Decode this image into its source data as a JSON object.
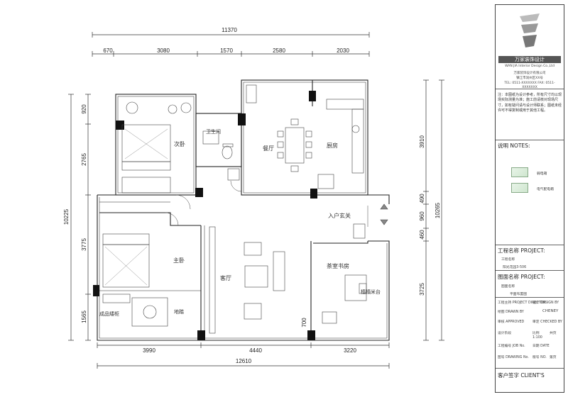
{
  "plan": {
    "dims_top": {
      "total": "11370",
      "segments": [
        "670",
        "3080",
        "1570",
        "2580",
        "2030"
      ]
    },
    "dims_bottom": {
      "total": "12610",
      "segments": [
        "3990",
        "4440",
        "3220"
      ]
    },
    "dims_left": {
      "total": "10225",
      "segments": [
        "920",
        "2765",
        "3775",
        "1565"
      ]
    },
    "dims_right": {
      "total": "10265",
      "segments": [
        "3910",
        "490",
        "960",
        "460",
        "3725"
      ]
    },
    "dim_small": "700",
    "rooms": {
      "second_bedroom": "次卧",
      "bathroom": "卫生间",
      "dining": "餐厅",
      "kitchen": "厨房",
      "entrance": "入户玄关",
      "master_bedroom": "主卧",
      "living": "客厅",
      "tea_study": "茶室书房",
      "cabinet": "成品矮柜",
      "bay_window": "地踏",
      "platform": "榻榻米台"
    }
  },
  "title_block": {
    "brand": "万家装饰设计",
    "company_en": "WAN JIA Interior Design Co.,Ltd",
    "company_cn": "万家装饰设计有限公司",
    "address": "镇江市润州区XX号",
    "tel": "TEL: 0511-XXXXXXX   FAX: 0511-XXXXXXX",
    "notes": "注：本图纸为设计参考，所有尺寸均以现场实际测量为准；施工前请核对现场尺寸，如有疑问请与设计师联系；图纸未经许可不得复制或用于其他工程。",
    "notes_label": "说明 NOTES:",
    "legend": [
      {
        "label": "弱电箱"
      },
      {
        "label": "电气配电箱"
      }
    ],
    "project_label": "工程名称 PROJECT:",
    "project_sub": "工程名称",
    "project_name": "阳光花园3-506",
    "drawing_label": "图面名称 PROJECT:",
    "drawing_sub": "图面名称",
    "drawing_name": "平面布置图",
    "fields": [
      {
        "k": "工程主持 PROJECT DIRECTOR",
        "v": "设计 DESIGN BY"
      },
      {
        "k": "绘图 DRAWN BY",
        "v": "CHENEY"
      },
      {
        "k": "审核 APPROVED",
        "v": "审定 CHECKED BY"
      },
      {
        "k": "设计阶段",
        "v": "比例"
      },
      {
        "k": "工程编号 JOB No.",
        "v": "日期 DATE"
      },
      {
        "k": "图号 DRAWING No.",
        "v": "版号 NO."
      }
    ],
    "scale": "1:100",
    "sheet": "共页",
    "page": "第页",
    "client_label": "客户签字 CLIENT'S"
  }
}
